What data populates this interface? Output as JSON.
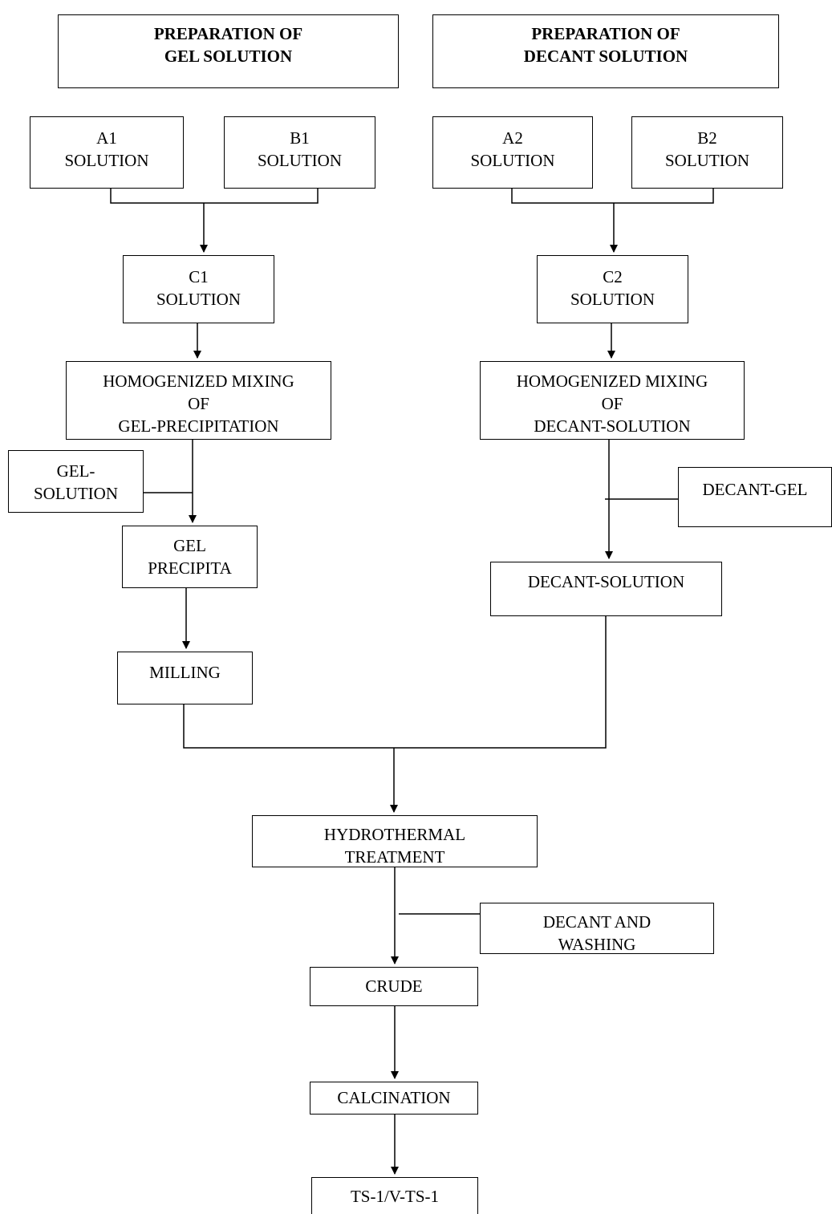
{
  "boxes": {
    "prep_gel": [
      "PREPARATION OF",
      "GEL SOLUTION"
    ],
    "prep_decant": [
      "PREPARATION OF",
      "DECANT SOLUTION"
    ],
    "a1": [
      "A1",
      "SOLUTION"
    ],
    "b1": [
      "B1",
      "SOLUTION"
    ],
    "a2": [
      "A2",
      "SOLUTION"
    ],
    "b2": [
      "B2",
      "SOLUTION"
    ],
    "c1": [
      "C1",
      "SOLUTION"
    ],
    "c2": [
      "C2",
      "SOLUTION"
    ],
    "homog_gel": [
      "HOMOGENIZED MIXING",
      "OF",
      "GEL-PRECIPITATION"
    ],
    "homog_decant": [
      "HOMOGENIZED MIXING",
      "OF",
      "DECANT-SOLUTION"
    ],
    "gel_solution": [
      "GEL-",
      "SOLUTION"
    ],
    "decant_gel": [
      "DECANT-GEL"
    ],
    "gel_precipita": [
      "GEL",
      "PRECIPITA"
    ],
    "decant_solution": [
      "DECANT-SOLUTION"
    ],
    "milling": [
      "MILLING"
    ],
    "hydrothermal": [
      "HYDROTHERMAL",
      "TREATMENT"
    ],
    "decant_washing": [
      "DECANT AND",
      "WASHING"
    ],
    "crude": [
      "CRUDE"
    ],
    "calcination": [
      "CALCINATION"
    ],
    "product": [
      "TS-1/V-TS-1"
    ]
  }
}
